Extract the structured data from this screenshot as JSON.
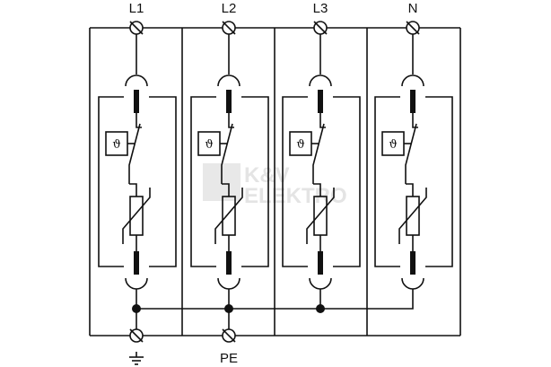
{
  "diagram": {
    "poles": [
      {
        "label": "L1",
        "bottom_terminal": true
      },
      {
        "label": "L2",
        "bottom_terminal": true
      },
      {
        "label": "L3",
        "bottom_terminal": false
      },
      {
        "label": "N",
        "bottom_terminal": false
      }
    ],
    "thermal_symbol": "ϑ",
    "bottom_labels": {
      "ground": "",
      "pe": "PE"
    },
    "watermark": {
      "line1": "K&V",
      "line2": "ELEKTRO"
    }
  }
}
